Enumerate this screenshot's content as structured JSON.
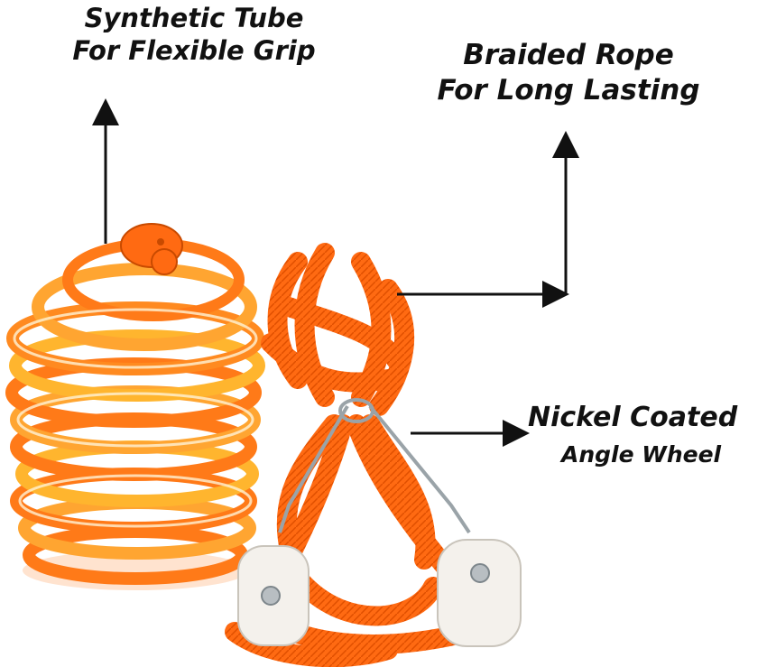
{
  "callouts": {
    "tube": {
      "line1": "Synthetic Tube",
      "line2": "For Flexible Grip"
    },
    "rope": {
      "line1": "Braided Rope",
      "line2": "For Long Lasting"
    },
    "wheel": {
      "line1": "Nickel Coated",
      "line2": "Angle Wheel"
    }
  },
  "colors": {
    "rope_orange": "#ff6a12",
    "tube_yellow": "#ffb52e",
    "wheel_white": "#f4f1ec",
    "text": "#111111"
  }
}
